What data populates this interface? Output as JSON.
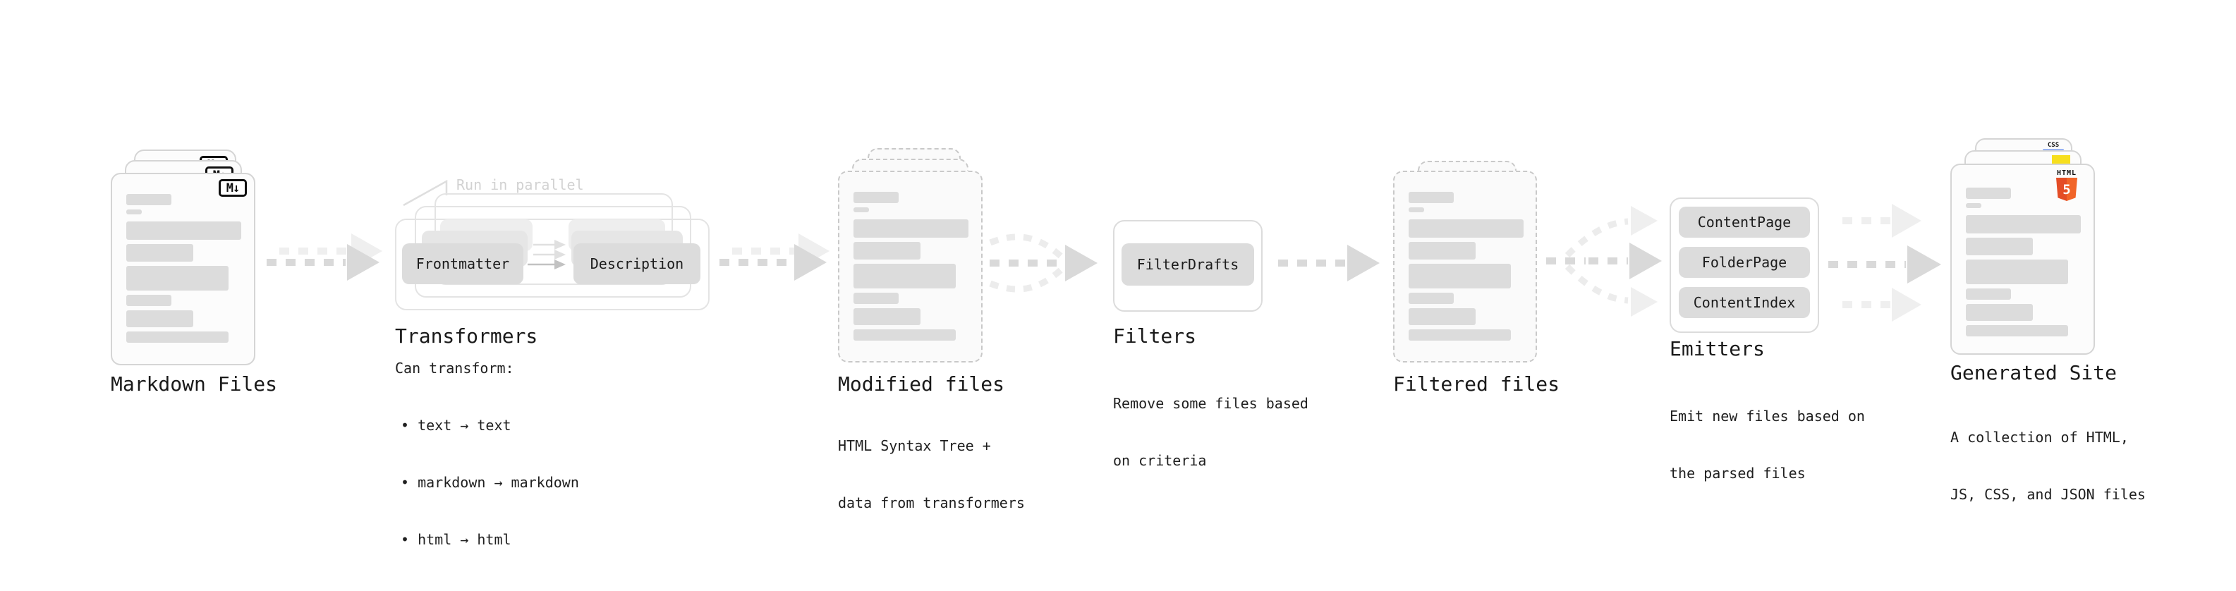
{
  "stages": {
    "markdown": {
      "label": "Markdown Files",
      "badge": "M↓"
    },
    "transformers": {
      "label": "Transformers",
      "note": "Run in parallel",
      "pill_left": "Frontmatter",
      "pill_right": "Description",
      "heading": "Can transform:",
      "bullets": [
        "• text → text",
        "• markdown → markdown",
        "• html → html"
      ]
    },
    "modified": {
      "label": "Modified files",
      "desc": [
        "HTML Syntax Tree +",
        "data from transformers"
      ]
    },
    "filters": {
      "label": "Filters",
      "pill": "FilterDrafts",
      "desc": [
        "Remove some files based",
        "on criteria"
      ]
    },
    "filtered": {
      "label": "Filtered files"
    },
    "emitters": {
      "label": "Emitters",
      "pills": [
        "ContentPage",
        "FolderPage",
        "ContentIndex"
      ],
      "desc": [
        "Emit new files based on",
        "the parsed files"
      ]
    },
    "generated": {
      "label": "Generated Site",
      "desc": [
        "A collection of HTML,",
        "JS, CSS, and JSON files"
      ],
      "html5_word": "HTML",
      "html5_number": "5",
      "css_word": "CSS"
    }
  },
  "colors": {
    "html5_orange": "#e44d26",
    "js_yellow": "#f7df1e",
    "css_blue": "#2b63e8",
    "dark_arrow": "#d9d9d9",
    "light_arrow": "#efefef",
    "skeleton_gray": "#dcdcdc"
  }
}
